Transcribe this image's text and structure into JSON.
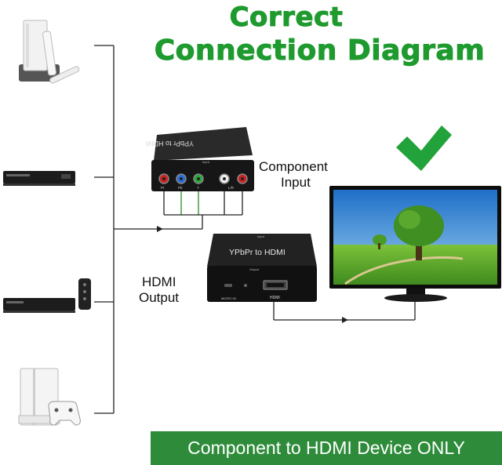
{
  "title": {
    "line1": "Correct",
    "line2": "Connection Diagram"
  },
  "labels": {
    "component_input_line1": "Component",
    "component_input_line2": "Input",
    "hdmi_output_line1": "HDMI",
    "hdmi_output_line2": "Output"
  },
  "converter_top": {
    "text": "YPbPr to HDMI",
    "ports": [
      "Pr",
      "Pb",
      "Y",
      "L/R"
    ],
    "side_label": "Input"
  },
  "converter_front": {
    "text": "YPbPr to HDMI",
    "top_label": "Input",
    "side_label": "Output",
    "micro_label": "MICRO 5V",
    "hdmi_label": "HDMI"
  },
  "banner": "Component to HDMI Device ONLY",
  "colors": {
    "accent_green": "#1e9a2e",
    "banner_green": "#2e8b3a",
    "check_green": "#22a23a"
  }
}
